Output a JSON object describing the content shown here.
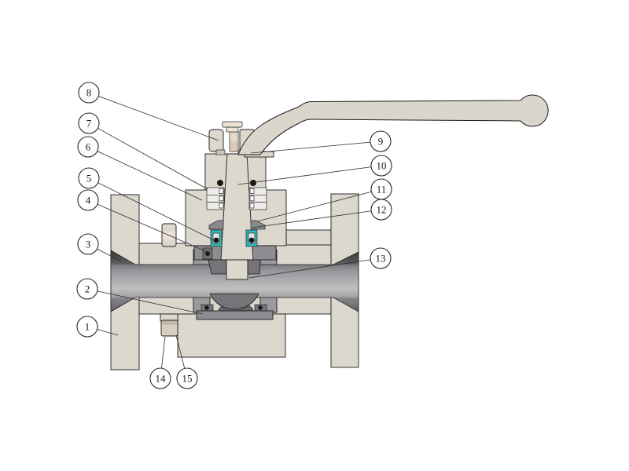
{
  "figure": {
    "kind": "engineering cross-section diagram",
    "subject": "ball valve assembly with lever handle",
    "background": "#ffffff",
    "colors": {
      "body_beige": "#dcd8ce",
      "handle_beige": "#dad6cb",
      "outline": "#1c1c1c",
      "seat_gray": "#9b9b9f",
      "plate_gray": "#8d8d91",
      "ball_gray": "#7a7a7e",
      "bore_dark": "#3e3e40",
      "bore_light": "#c0c0c3",
      "seal_cyan": "#2fb8ba",
      "screw_tint": "#ece2d6",
      "plug_tan": "#d8cec2",
      "bolt_pink": "#f0e0d6"
    },
    "callouts": [
      {
        "label": "1"
      },
      {
        "label": "2"
      },
      {
        "label": "3"
      },
      {
        "label": "4"
      },
      {
        "label": "5"
      },
      {
        "label": "6"
      },
      {
        "label": "7"
      },
      {
        "label": "8"
      },
      {
        "label": "9"
      },
      {
        "label": "10"
      },
      {
        "label": "11"
      },
      {
        "label": "12"
      },
      {
        "label": "13"
      },
      {
        "label": "14"
      },
      {
        "label": "15"
      }
    ]
  }
}
